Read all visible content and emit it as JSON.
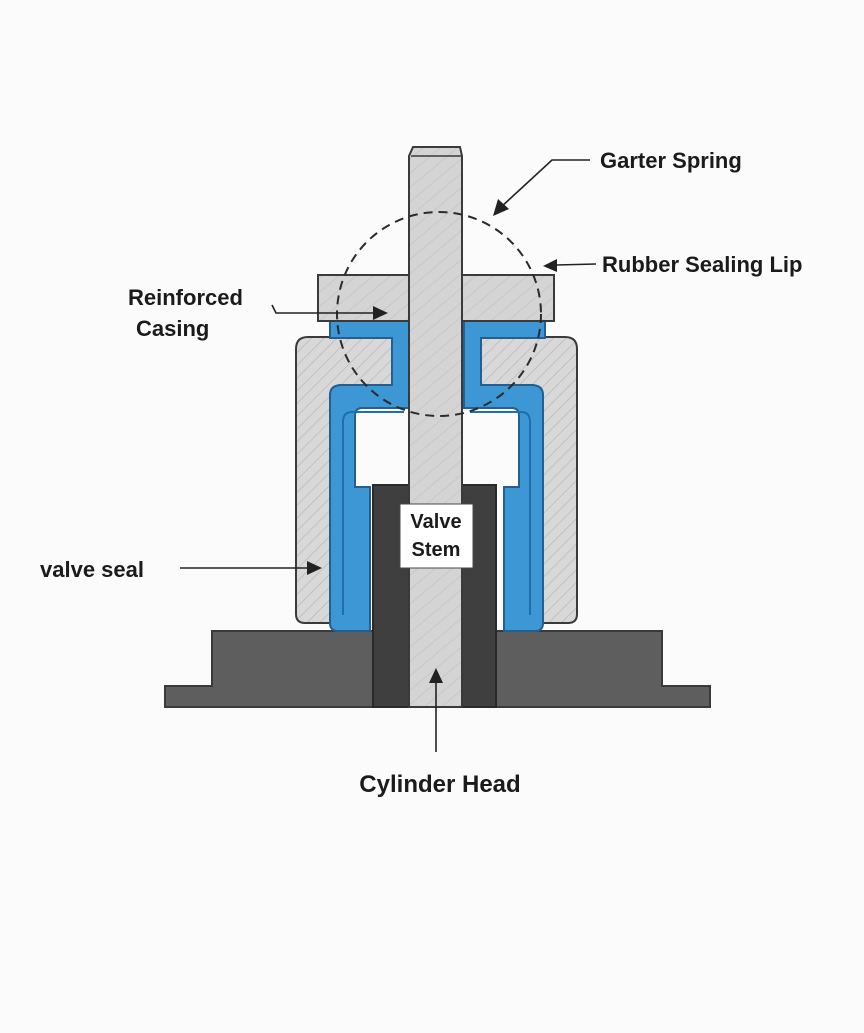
{
  "labels": {
    "garter_spring": "Garter Spring",
    "rubber_sealing_lip": "Rubber Sealing Lip",
    "reinforced_casing_line1": "Reinforced",
    "reinforced_casing_line2": "Casing",
    "valve_stem_line1": "Valve",
    "valve_stem_line2": "Stem",
    "valve_seal": "valve seal",
    "cylinder_head": "Cylinder Head"
  },
  "colors": {
    "background": "#fbfbfb",
    "seal_blue": "#3c97d4",
    "seal_blue_dark": "#2578b4",
    "casing_gray": "#d6d6d6",
    "stem_gray": "#d2d2d2",
    "head_gray": "#5c5c5c",
    "guide_dark": "#3f3f3f",
    "outline": "#3a3a3a"
  }
}
